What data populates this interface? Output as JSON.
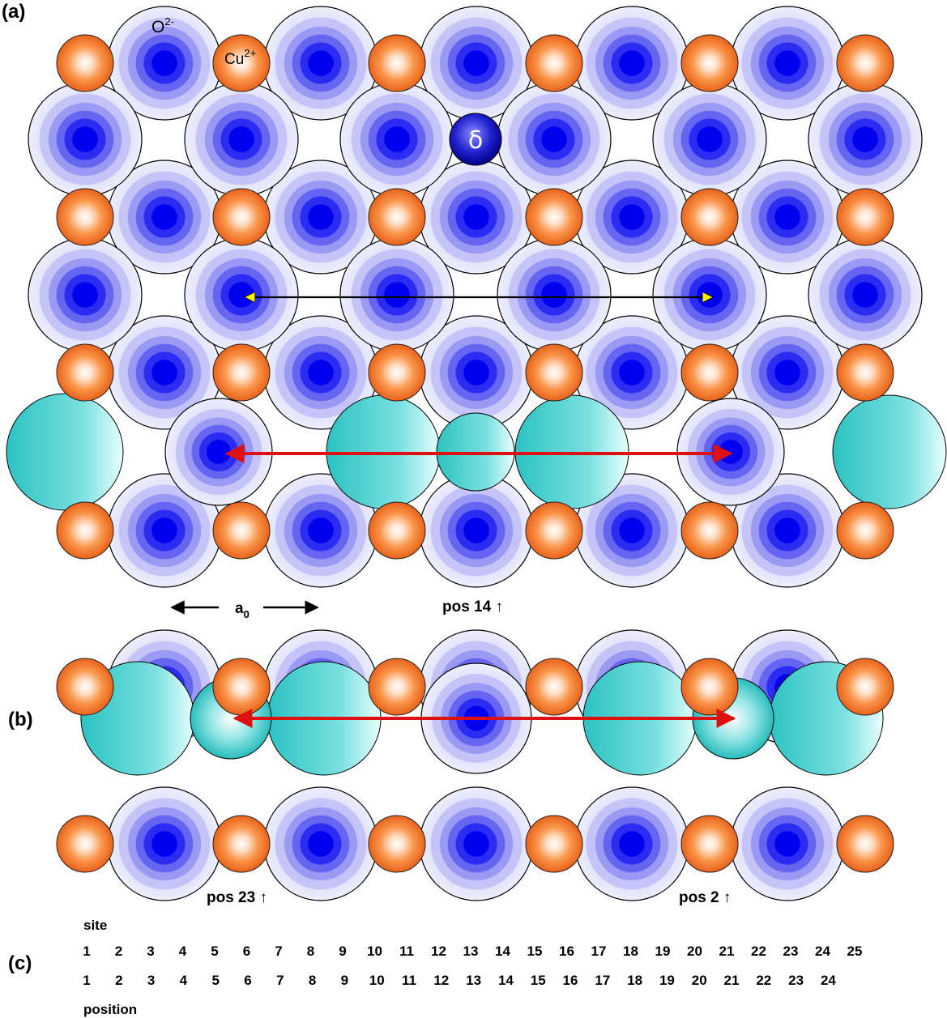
{
  "panels": {
    "a": "(a)",
    "b": "(b)",
    "c": "(c)"
  },
  "ion_labels": {
    "oxygen": "O",
    "oxygen_charge": "2-",
    "copper": "Cu",
    "copper_charge": "2+",
    "delta": "δ"
  },
  "lattice_label": {
    "text": "a",
    "subscript": "0"
  },
  "positions": {
    "pos14": "pos 14 ↑",
    "pos23": "pos 23 ↑",
    "pos2": "pos 2 ↑"
  },
  "scale": {
    "site_label": "site",
    "sites": [
      "1",
      "2",
      "3",
      "4",
      "5",
      "6",
      "7",
      "8",
      "9",
      "10",
      "11",
      "12",
      "13",
      "14",
      "15",
      "16",
      "17",
      "18",
      "19",
      "20",
      "21",
      "22",
      "23",
      "24",
      "25"
    ],
    "positions": [
      "1",
      "2",
      "3",
      "4",
      "5",
      "6",
      "7",
      "8",
      "9",
      "10",
      "11",
      "12",
      "13",
      "14",
      "15",
      "16",
      "17",
      "18",
      "19",
      "20",
      "21",
      "22",
      "23",
      "24"
    ],
    "position_label": "position"
  },
  "colors": {
    "copper": "#f07a2a",
    "oxygen_core": "#0000ee",
    "vacancy": "#33cccc",
    "arrow_red": "#dd1111",
    "arrow_yellow": "#ffee00"
  }
}
